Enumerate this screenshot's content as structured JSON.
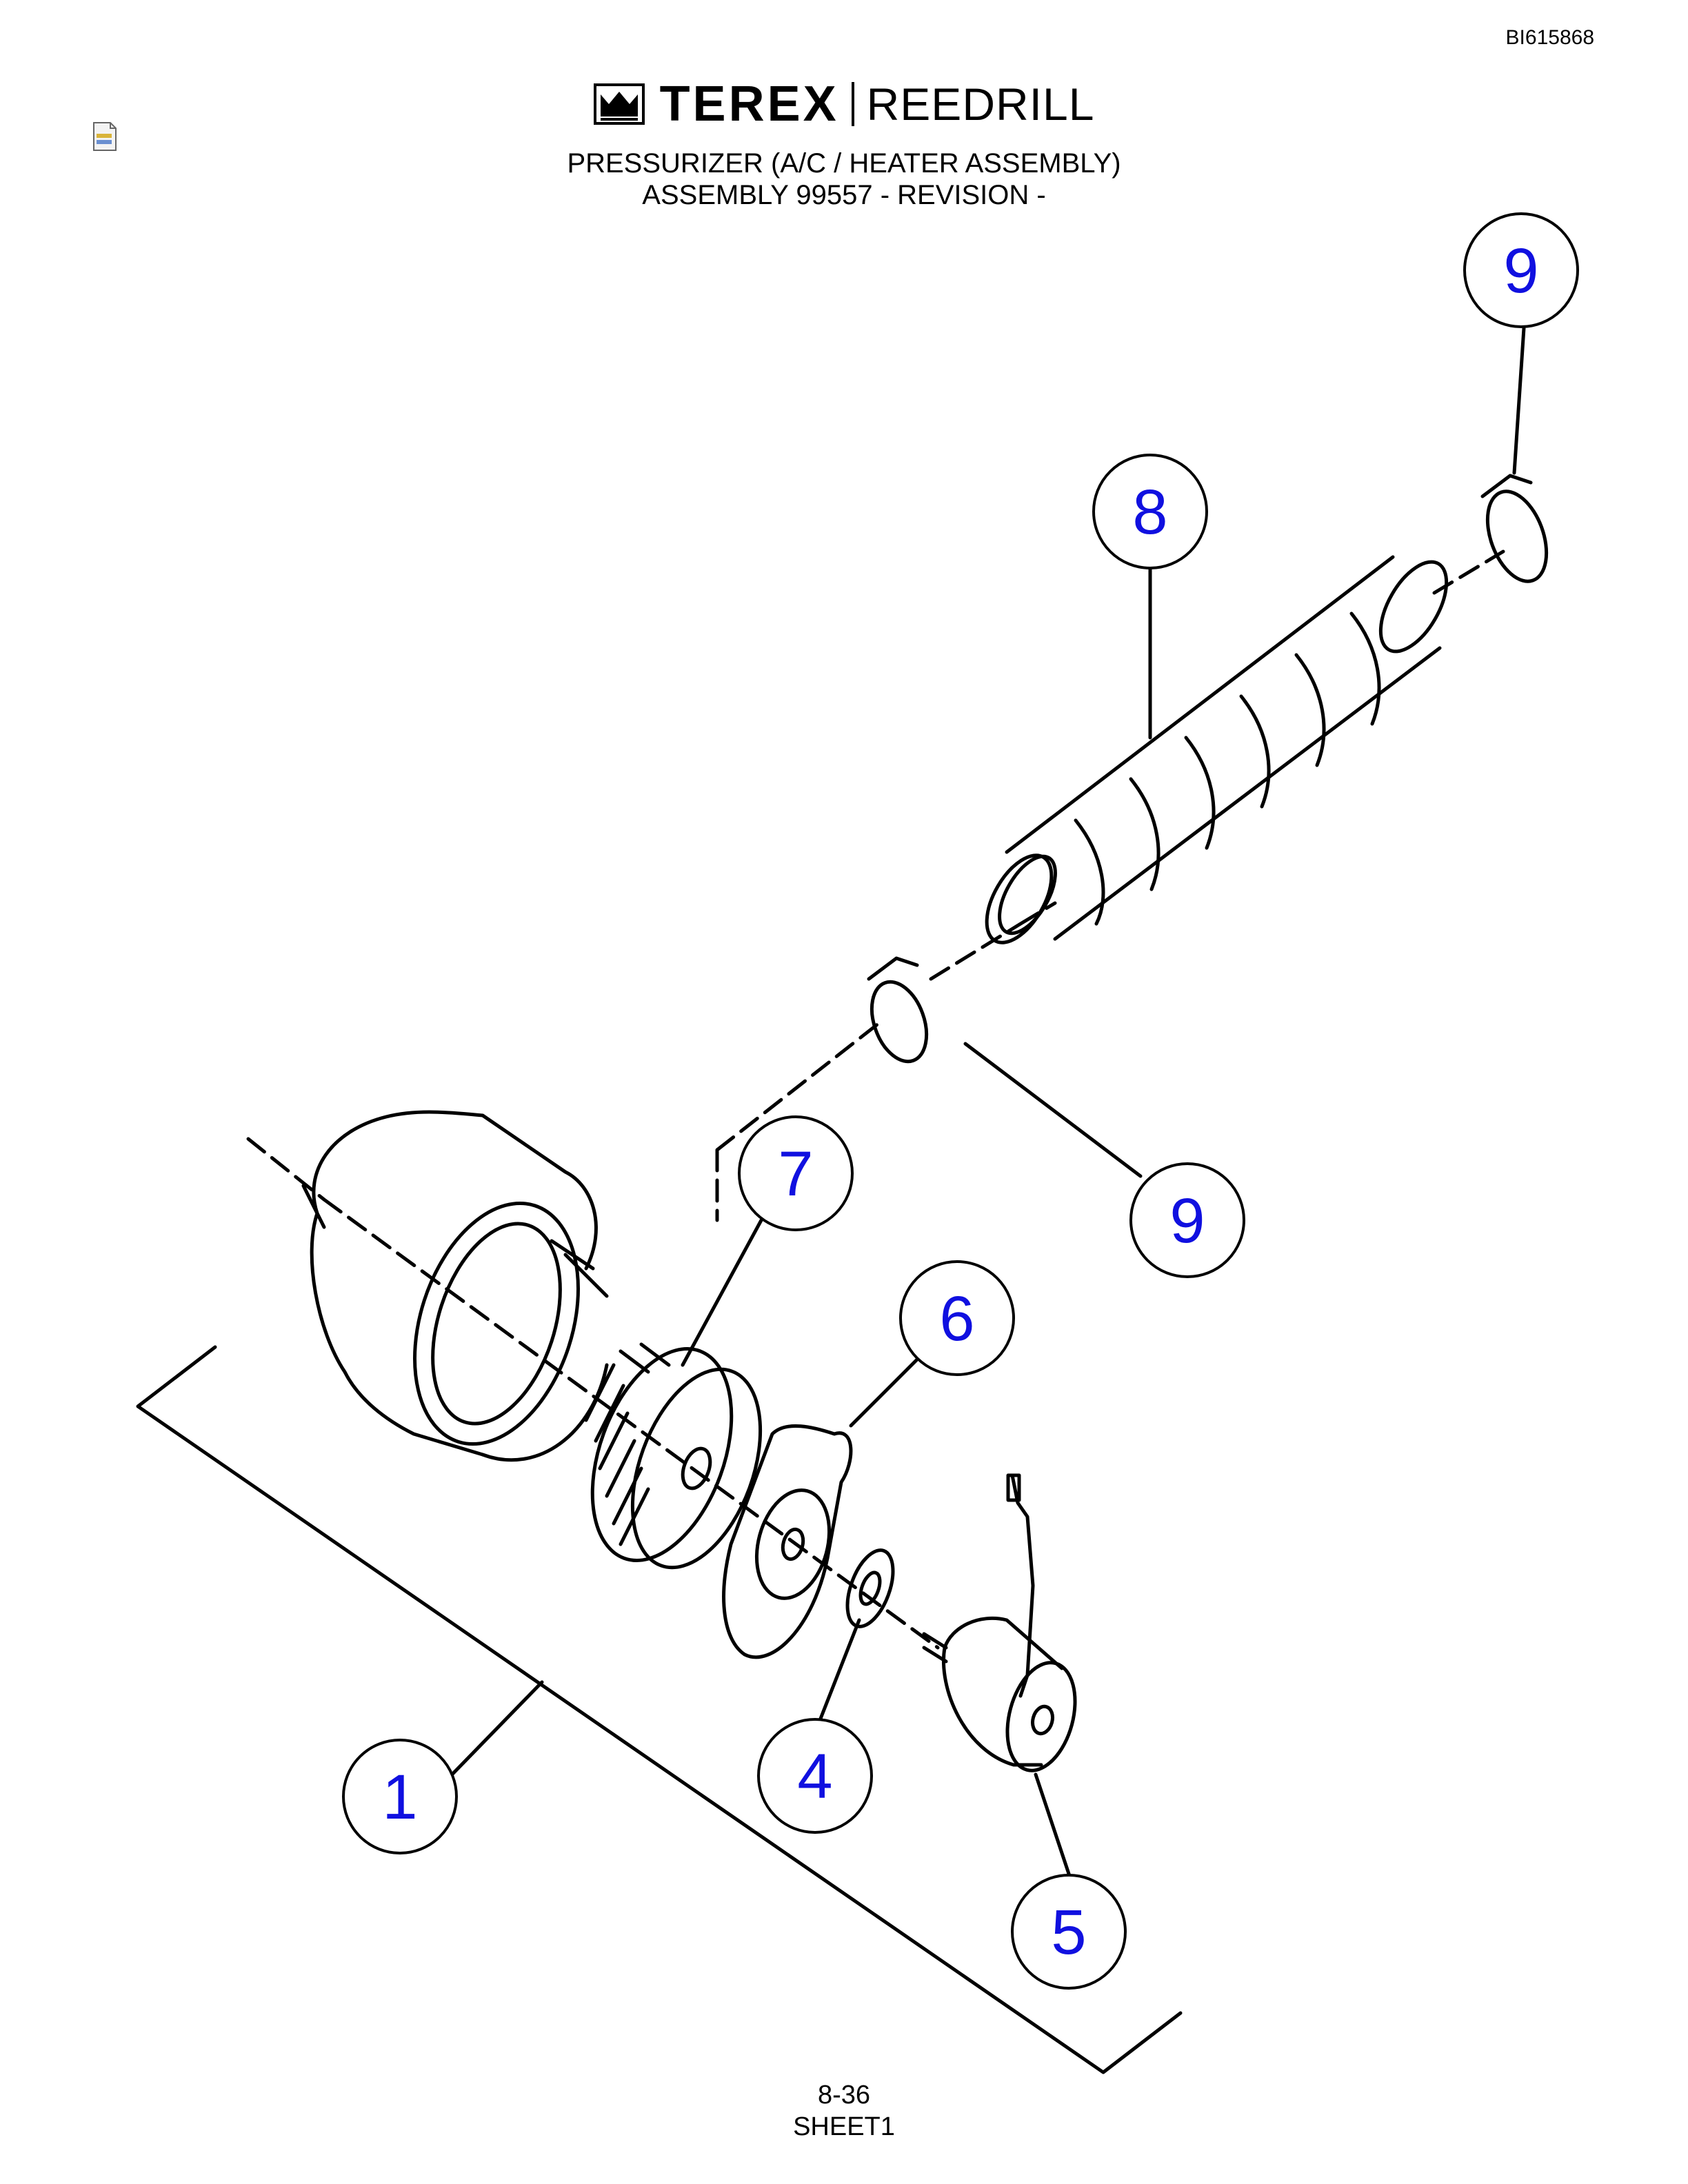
{
  "header": {
    "doc_id": "BI615868",
    "brand_primary": "TEREX",
    "brand_secondary": "REEDRILL",
    "title_line1": "PRESSURIZER (A/C / HEATER ASSEMBLY)",
    "title_line2": "ASSEMBLY 99557 - REVISION -"
  },
  "footer": {
    "page_number": "8-36",
    "sheet": "SHEET1"
  },
  "callouts": [
    {
      "id": "callout-9-top",
      "label": "9"
    },
    {
      "id": "callout-8",
      "label": "8"
    },
    {
      "id": "callout-7",
      "label": "7"
    },
    {
      "id": "callout-9-mid",
      "label": "9"
    },
    {
      "id": "callout-6",
      "label": "6"
    },
    {
      "id": "callout-1",
      "label": "1"
    },
    {
      "id": "callout-4",
      "label": "4"
    },
    {
      "id": "callout-5",
      "label": "5"
    }
  ],
  "colors": {
    "callout_text": "#1010e0",
    "line": "#000000"
  }
}
